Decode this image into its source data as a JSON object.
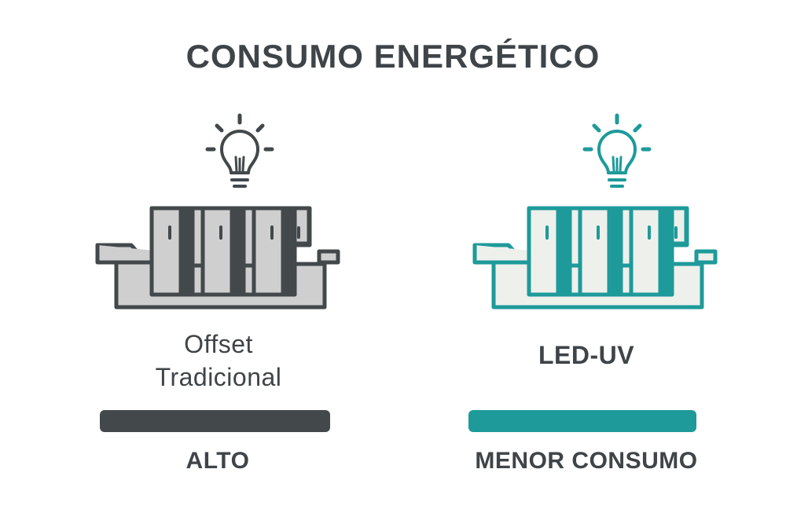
{
  "title": "CONSUMO ENERGÉTICO",
  "left": {
    "label_line1": "Offset",
    "label_line2": "Tradicional",
    "level": "ALTO",
    "bar_color": "#43484b",
    "stroke": "#43484b",
    "fill": "#cfcfcf",
    "icon": "printing-press-icon"
  },
  "right": {
    "label": "LED-UV",
    "level": "MENOR CONSUMO",
    "bar_color": "#1e9a9a",
    "stroke": "#1e9a9a",
    "fill": "#eef0ec",
    "icon": "printing-press-icon"
  }
}
